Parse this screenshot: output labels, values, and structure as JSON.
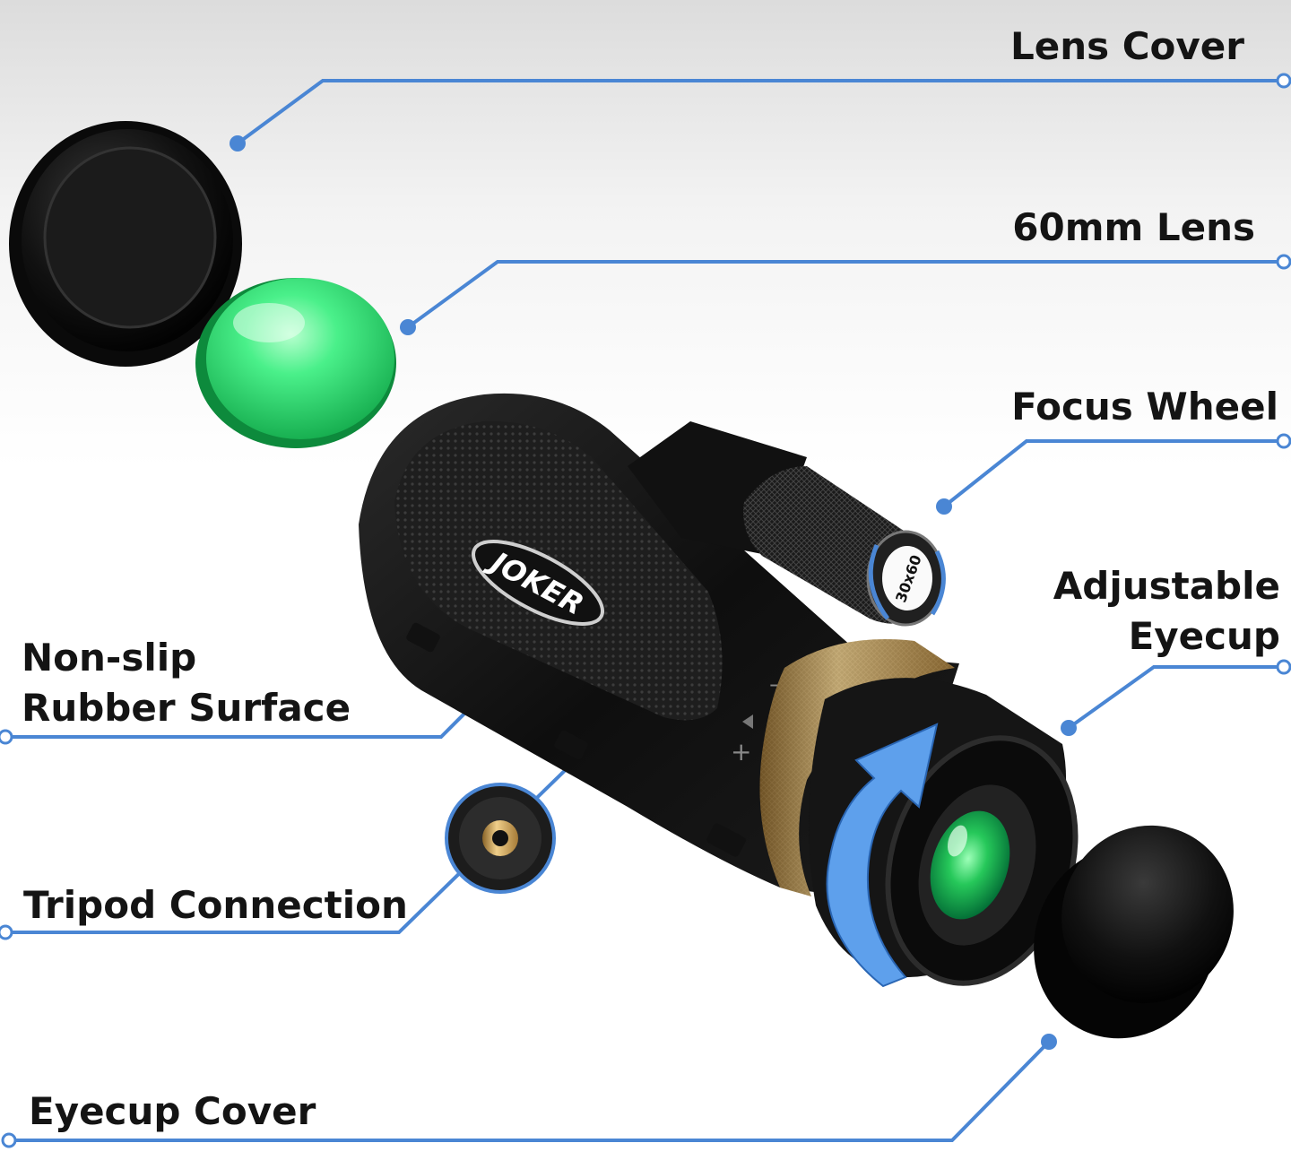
{
  "callouts": {
    "lens_cover": "Lens Cover",
    "lens_60mm": "60mm Lens",
    "focus_wheel": "Focus Wheel",
    "eyecup_line1": "Adjustable",
    "eyecup_line2": "Eyecup",
    "rubber_line1": "Non-slip",
    "rubber_line2": "Rubber Surface",
    "tripod": "Tripod Connection",
    "eyecup_cover": "Eyecup Cover"
  },
  "product": {
    "brand": "JOKER",
    "spec": "30x60"
  },
  "colors": {
    "line": "#4a86d4",
    "lens_green": "#3fe07a",
    "gold_ring": "#c89a4c",
    "arrow": "#5ea0ec",
    "body": "#161616"
  }
}
